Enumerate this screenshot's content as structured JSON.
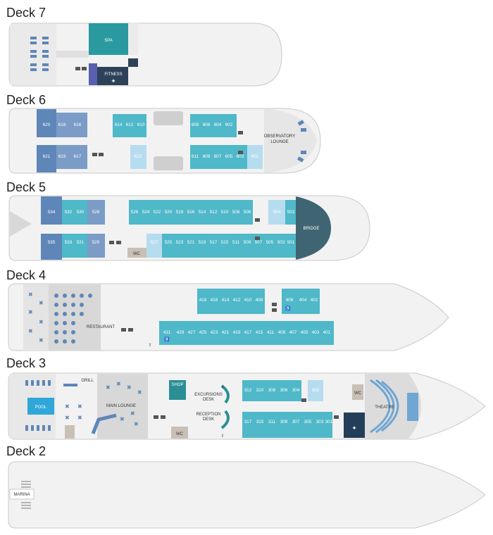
{
  "decks": [
    {
      "title": "Deck 7"
    },
    {
      "title": "Deck 6"
    },
    {
      "title": "Deck 5"
    },
    {
      "title": "Deck 4"
    },
    {
      "title": "Deck 3"
    },
    {
      "title": "Deck 2"
    }
  ],
  "labels": {
    "spa": "SPA",
    "fitness": "FITNESS",
    "observatory_lounge_1": "OBSERVATORY",
    "observatory_lounge_2": "LOUNGE",
    "bridge": "BRIDGE",
    "wc": "WC",
    "restaurant": "RESTAURANT",
    "grill": "GRILL",
    "pool": "POOL",
    "main_lounge": "MAIN LOUNGE",
    "shop": "SHOP",
    "excursions_desk_1": "EXCURSIONS",
    "excursions_desk_2": "DESK",
    "reception_desk_1": "RECEPTION",
    "reception_desk_2": "DESK",
    "theatre": "THEATRE",
    "marina": "MARINA"
  },
  "cabins": {
    "deck6_top": [
      "620",
      "618",
      "616",
      "614",
      "612",
      "610",
      "608",
      "606",
      "604",
      "602"
    ],
    "deck6_bottom": [
      "621",
      "619",
      "617",
      "615",
      "611",
      "609",
      "607",
      "605",
      "603",
      "601"
    ],
    "deck5_top": [
      "534",
      "532",
      "530",
      "528",
      "526",
      "524",
      "522",
      "520",
      "518",
      "516",
      "514",
      "512",
      "510",
      "508",
      "506",
      "504",
      "502"
    ],
    "deck5_bottom": [
      "535",
      "533",
      "531",
      "529",
      "527",
      "525",
      "523",
      "521",
      "519",
      "517",
      "515",
      "511",
      "509",
      "507",
      "505",
      "503",
      "501"
    ],
    "deck4_top": [
      "418",
      "416",
      "414",
      "412",
      "410",
      "408",
      "406",
      "404",
      "402"
    ],
    "deck4_bottom": [
      "431",
      "429",
      "427",
      "425",
      "423",
      "421",
      "419",
      "417",
      "415",
      "411",
      "409",
      "407",
      "405",
      "403",
      "401"
    ],
    "deck3_top": [
      "312",
      "310",
      "308",
      "306",
      "304",
      "302"
    ],
    "deck3_bottom": [
      "317",
      "315",
      "311",
      "309",
      "307",
      "305",
      "303",
      "301"
    ]
  },
  "colors": {
    "hull": "#f2f2f2",
    "hull_stroke": "#c9c9c9",
    "cabin_teal": "#4fb8c9",
    "suite_blue": "#5e86b8",
    "mid_blue": "#7a9cc6",
    "light_blue": "#b6dcef",
    "spa_teal": "#2a9aa0",
    "fitness_navy": "#2d4258",
    "bridge_slate": "#3f6573",
    "pool_blue": "#2fa7d8",
    "theatre_blue": "#6fa6d3",
    "medical_navy": "#233e58",
    "shop_teal": "#2a8f94",
    "wc_tan": "#c8c0b4"
  }
}
